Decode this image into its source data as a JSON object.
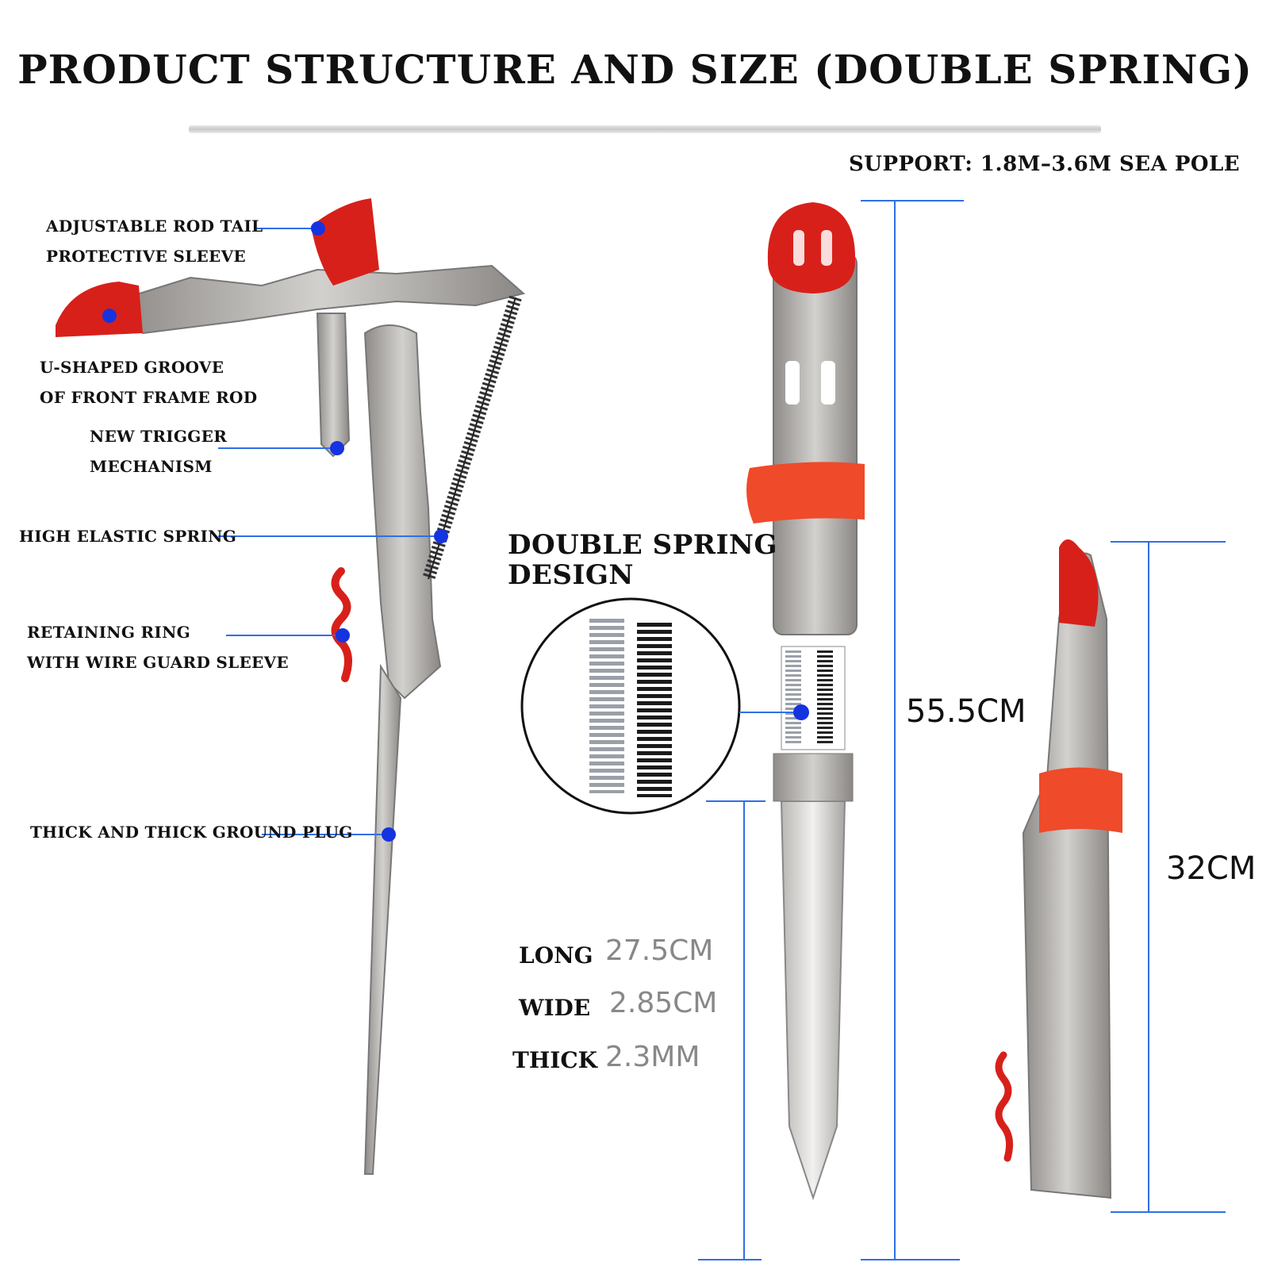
{
  "title": "PRODUCT STRUCTURE AND SIZE (DOUBLE SPRING)",
  "support": "SUPPORT: 1.8M–3.6M SEA POLE",
  "callouts": {
    "rod_tail": [
      "ADJUSTABLE ROD TAIL",
      "PROTECTIVE SLEEVE"
    ],
    "u_groove": [
      "U-SHAPED GROOVE",
      "OF FRONT FRAME ROD"
    ],
    "trigger": [
      "NEW TRIGGER",
      "MECHANISM"
    ],
    "spring": [
      "HIGH ELASTIC SPRING"
    ],
    "retaining": [
      "RETAINING RING",
      "WITH WIRE GUARD SLEEVE"
    ],
    "ground_plug": [
      "THICK AND THICK GROUND PLUG"
    ]
  },
  "double_spring": [
    "DOUBLE SPRING",
    "DESIGN"
  ],
  "dimensions": {
    "height_total": "55.5CM",
    "height_folded": "32CM"
  },
  "specs": [
    {
      "key": "LONG",
      "value": "27.5CM"
    },
    {
      "key": "WIDE",
      "value": "2.85CM"
    },
    {
      "key": "THICK",
      "value": "2.3MM"
    }
  ],
  "colors": {
    "pointer_line": "#2f6fe6",
    "pointer_dot": "#1633e0",
    "metal": "#a9a6a2",
    "red_part": "#d8201a",
    "orange_band": "#ef4a2a"
  }
}
